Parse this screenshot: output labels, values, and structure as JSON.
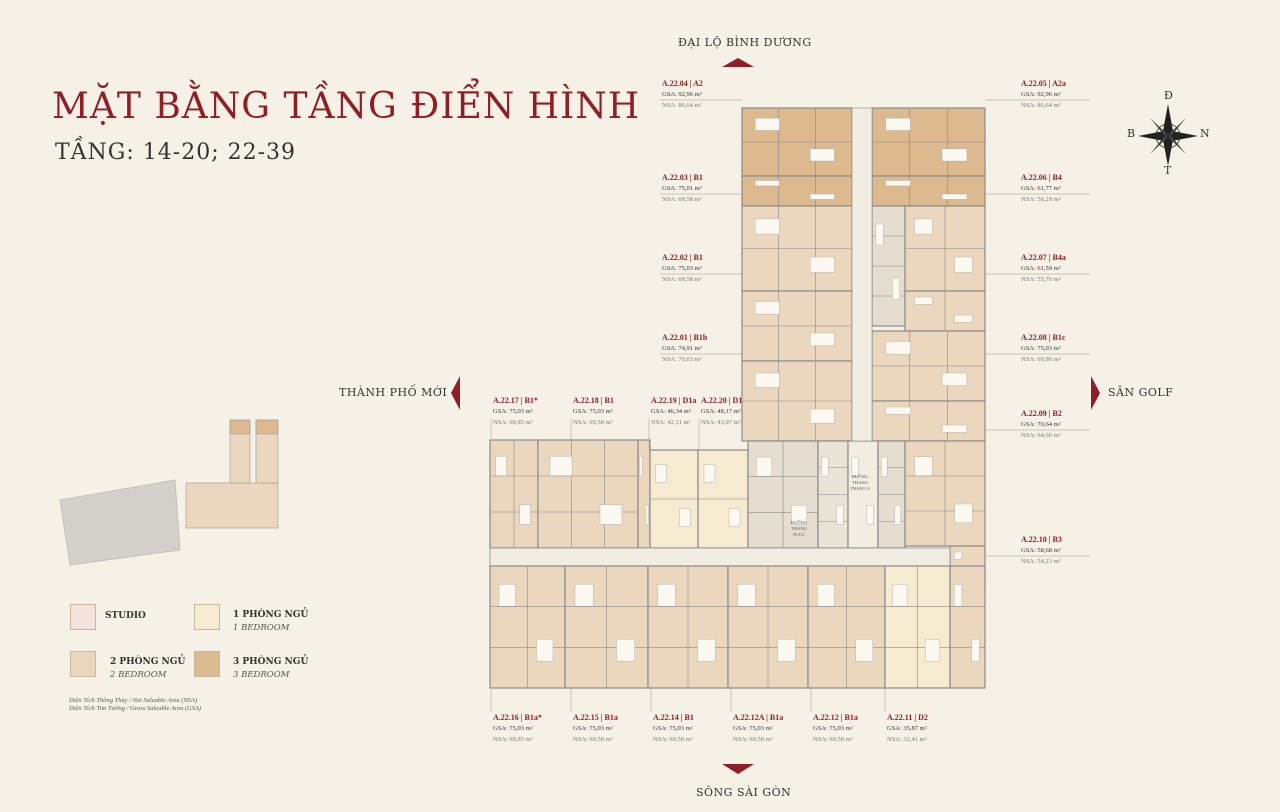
{
  "title": "MẶT BẰNG TẦNG ĐIỂN HÌNH",
  "subtitle": "TẦNG: 14-20; 22-39",
  "directions": {
    "north": "ĐẠI LỘ BÌNH DƯƠNG",
    "south": "SÔNG SÀI GÒN",
    "west": "THÀNH PHỐ MỚI",
    "east": "SÂN GOLF"
  },
  "compass": {
    "n": "Đ",
    "w": "B",
    "e": "N",
    "s": "T"
  },
  "colors": {
    "studio": "#f3e3dc",
    "one_bed": "#f6ead0",
    "two_bed": "#ead7bd",
    "three_bed": "#dcb98e",
    "accent": "#8e1f26",
    "wall": "#8a8a8a"
  },
  "units": [
    {
      "code": "A.22.04 | A2",
      "gsa": "GSA: 92,96 m²",
      "nsa": "NSA: 86,64 m²"
    },
    {
      "code": "A.22.03 | B1",
      "gsa": "GSA: 75,01 m²",
      "nsa": "NSA: 69,58 m²"
    },
    {
      "code": "A.22.02 | B1",
      "gsa": "GSA: 75,03 m²",
      "nsa": "NSA: 69,58 m²"
    },
    {
      "code": "A.22.01 | B1b",
      "gsa": "GSA: 74,91 m²",
      "nsa": "NSA: 70,03 m²"
    },
    {
      "code": "A.22.05 | A2a",
      "gsa": "GSA: 92,96 m²",
      "nsa": "NSA: 86,64 m²"
    },
    {
      "code": "A.22.06 | B4",
      "gsa": "GSA: 61,77 m²",
      "nsa": "NSA: 56,29 m²"
    },
    {
      "code": "A.22.07 | B4a",
      "gsa": "GSA: 61,59 m²",
      "nsa": "NSA: 55,76 m²"
    },
    {
      "code": "A.22.08 | B1c",
      "gsa": "GSA: 75,03 m²",
      "nsa": "NSA: 69,80 m²"
    },
    {
      "code": "A.22.09 | B2",
      "gsa": "GSA: 70,64 m²",
      "nsa": "NSA: 64,66 m²"
    },
    {
      "code": "A.22.10 | B3",
      "gsa": "GSA: 58,68 m²",
      "nsa": "NSA: 54,23 m²"
    },
    {
      "code": "A.22.17 | B1*",
      "gsa": "GSA: 75,03 m²",
      "nsa": "NSA: 69,85 m²"
    },
    {
      "code": "A.22.18 | B1",
      "gsa": "GSA: 75,03 m²",
      "nsa": "NSA: 69,58 m²"
    },
    {
      "code": "A.22.19 | D1a",
      "gsa": "GSA: 46,34 m²",
      "nsa": "NSA: 42,11 m²"
    },
    {
      "code": "A.22.20 | D1",
      "gsa": "GSA: 48,17 m²",
      "nsa": "NSA: 43,97 m²"
    },
    {
      "code": "A.22.16 | B1a*",
      "gsa": "GSA: 75,03 m²",
      "nsa": "NSA: 69,85 m²"
    },
    {
      "code": "A.22.15 | B1a",
      "gsa": "GSA: 75,03 m²",
      "nsa": "NSA: 69,58 m²"
    },
    {
      "code": "A.22.14 | B1",
      "gsa": "GSA: 75,03 m²",
      "nsa": "NSA: 69,58 m²"
    },
    {
      "code": "A.22.12A | B1a",
      "gsa": "GSA: 75,03 m²",
      "nsa": "NSA: 69,58 m²"
    },
    {
      "code": "A.22.12 | B1a",
      "gsa": "GSA: 75,03 m²",
      "nsa": "NSA: 69,58 m²"
    },
    {
      "code": "A.22.11 | D2",
      "gsa": "GSA: 35,87 m²",
      "nsa": "NSA: 32,41 m²"
    }
  ],
  "core_labels": {
    "lift_a": "BUỒNG THANG THANG A",
    "lift_b": "BUỒNG THANG PCCC"
  },
  "legend": [
    {
      "title": "STUDIO",
      "sub": ""
    },
    {
      "title": "1 PHÒNG NGỦ",
      "sub": "1 BEDROOM"
    },
    {
      "title": "2 PHÒNG NGỦ",
      "sub": "2 BEDROOM"
    },
    {
      "title": "3 PHÒNG NGỦ",
      "sub": "3 BEDROOM"
    }
  ],
  "notes": {
    "nsa": "Diện Tích Thông Thủy / Net Saleable Area (NSA)",
    "gsa": "Diện Tích Tim Tường / Gross Saleable Area (GSA)"
  }
}
